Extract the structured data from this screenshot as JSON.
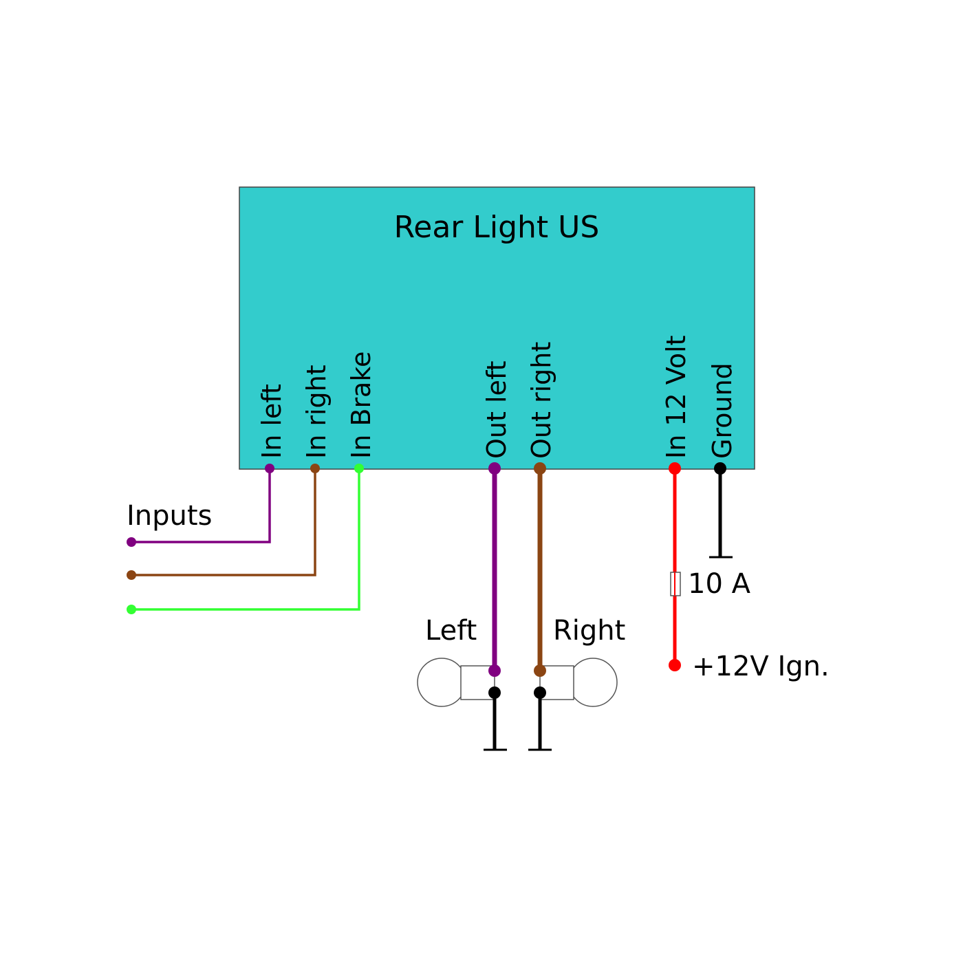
{
  "module": {
    "title": "Rear Light US",
    "fill_color": "#33cccc"
  },
  "pins": [
    {
      "label": "In left",
      "color": "#800080"
    },
    {
      "label": "In right",
      "color": "#8b4513"
    },
    {
      "label": "In Brake",
      "color": "#33ff33"
    },
    {
      "label": "Out left",
      "color": "#800080"
    },
    {
      "label": "Out right",
      "color": "#8b4513"
    },
    {
      "label": "In 12 Volt",
      "color": "#ff0000"
    },
    {
      "label": "Ground",
      "color": "#000000"
    }
  ],
  "labels": {
    "inputs": "Inputs",
    "left_lamp": "Left",
    "right_lamp": "Right",
    "fuse": "10 A",
    "supply": "+12V Ign."
  }
}
